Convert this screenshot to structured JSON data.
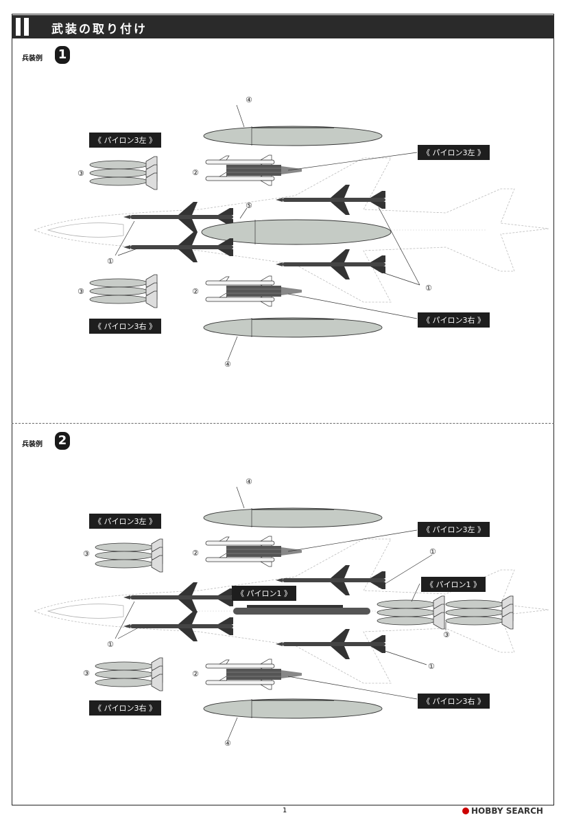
{
  "header": {
    "title": "武装の取り付け"
  },
  "example1": {
    "label": "兵装例",
    "badge": "1",
    "tags": [
      "《 パイロン3左 》",
      "《 パイロン3左 》",
      "《 パイロン3右 》",
      "《 パイロン3右 》"
    ],
    "nums": [
      "④",
      "②",
      "③",
      "⑤",
      "①",
      "③",
      "②",
      "①",
      "④"
    ]
  },
  "example2": {
    "label": "兵装例",
    "badge": "2",
    "tags": [
      "《 パイロン3左 》",
      "《 パイロン3左 》",
      "《 パイロン1 》",
      "《 パイロン1 》",
      "《 パイロン3右 》",
      "《 パイロン3右 》"
    ],
    "nums": [
      "④",
      "②",
      "③",
      "①",
      "①",
      "③",
      "①",
      "③",
      "②",
      "④"
    ]
  },
  "footer": {
    "page": "1",
    "brand": "HOBBY SEARCH"
  }
}
